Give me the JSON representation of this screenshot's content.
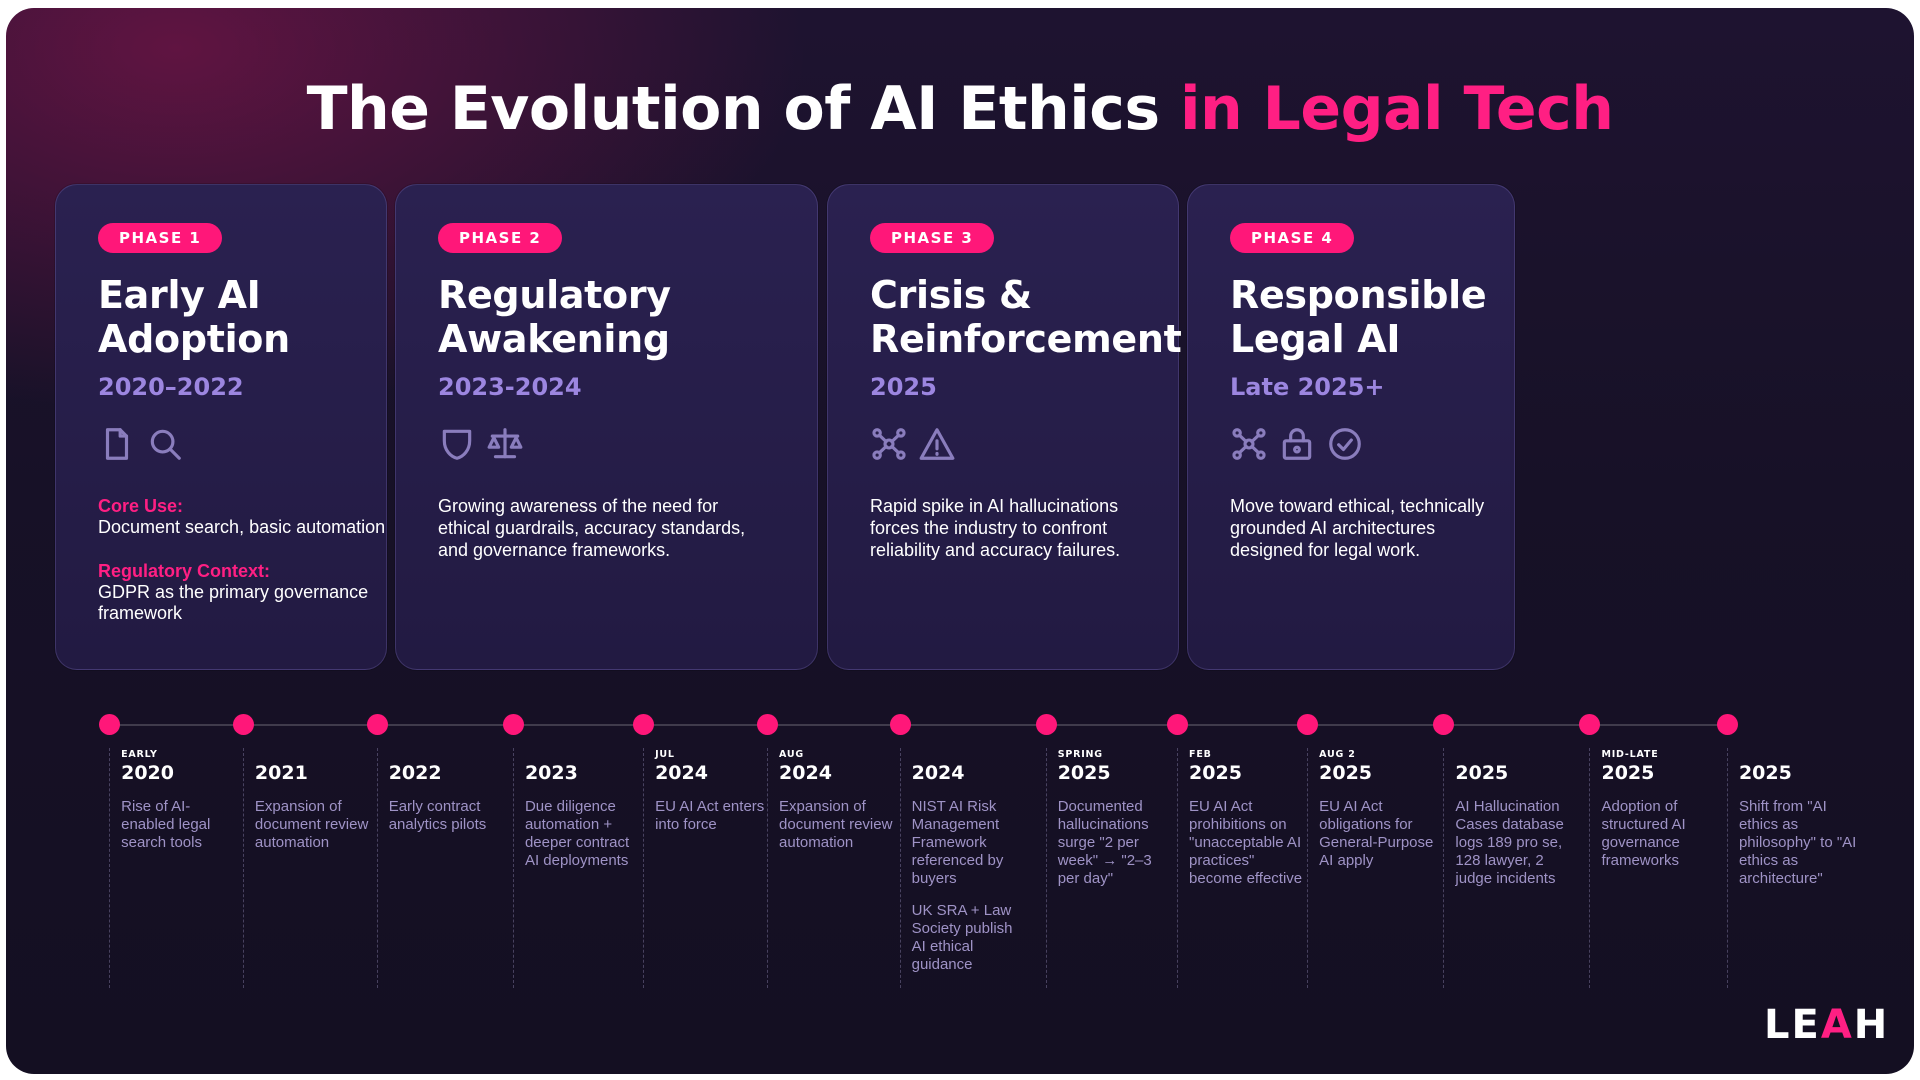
{
  "title": {
    "main": "The Evolution of AI Ethics",
    "accent": "in Legal Tech"
  },
  "colors": {
    "accent": "#ff1779",
    "period": "#9c86e0",
    "background": "#171127",
    "card": "#2a2150",
    "muted_text": "#9f93c6"
  },
  "phases": [
    {
      "badge": "PHASE 1",
      "title": "Early AI Adoption",
      "period": "2020–2022",
      "icons": [
        "document-icon",
        "search-icon"
      ],
      "core_use_label": "Core Use:",
      "core_use_text": "Document search, basic automation",
      "regulatory_label": "Regulatory Context:",
      "regulatory_text": "GDPR as the primary governance framework"
    },
    {
      "badge": "PHASE 2",
      "title": "Regulatory Awakening",
      "period": "2023-2024",
      "icons": [
        "shield-icon",
        "scales-icon"
      ],
      "description": "Growing awareness of the need for ethical guardrails, accuracy standards, and governance frameworks."
    },
    {
      "badge": "PHASE 3",
      "title": "Crisis & Reinforcement",
      "period": "2025",
      "icons": [
        "network-icon",
        "warning-icon"
      ],
      "description": "Rapid spike in AI hallucinations forces the industry to confront reliability and accuracy failures."
    },
    {
      "badge": "PHASE 4",
      "title": "Responsible Legal AI",
      "period": "Late 2025+",
      "icons": [
        "network-icon",
        "lock-icon",
        "check-circle-icon"
      ],
      "description": "Move toward ethical, technically grounded AI architectures designed for legal work."
    }
  ],
  "timeline": [
    {
      "sub": "EARLY",
      "year": "2020",
      "desc": "Rise of AI-enabled legal search tools"
    },
    {
      "sub": "",
      "year": "2021",
      "desc": "Expansion of document review automation"
    },
    {
      "sub": "",
      "year": "2022",
      "desc": "Early contract analytics pilots"
    },
    {
      "sub": "",
      "year": "2023",
      "desc": "Due diligence automation + deeper contract AI deployments"
    },
    {
      "sub": "JUL",
      "year": "2024",
      "desc": "EU AI Act enters into force"
    },
    {
      "sub": "AUG",
      "year": "2024",
      "desc": "Expansion of document review automation"
    },
    {
      "sub": "",
      "year": "2024",
      "desc": "NIST AI Risk Management Framework referenced by buyers",
      "desc2": "UK SRA + Law Society publish AI ethical guidance"
    },
    {
      "sub": "SPRING",
      "year": "2025",
      "desc": "Documented hallucinations surge \"2 per week\" → \"2–3 per day\""
    },
    {
      "sub": "FEB",
      "year": "2025",
      "desc": "EU AI Act prohibitions on \"unacceptable AI practices\" become effective"
    },
    {
      "sub": "AUG 2",
      "year": "2025",
      "desc": "EU AI Act obligations for General-Purpose AI apply"
    },
    {
      "sub": "",
      "year": "2025",
      "desc": "AI Hallucination Cases database logs 189 pro se, 128 lawyer, 2 judge incidents"
    },
    {
      "sub": "MID-LATE",
      "year": "2025",
      "desc": "Adoption of structured AI governance frameworks"
    },
    {
      "sub": "",
      "year": "2025",
      "desc": "Shift from \"AI ethics as philosophy\" to \"AI ethics as architecture\""
    }
  ],
  "logo": {
    "pre": "LE",
    "accent": "A",
    "post": "H"
  }
}
